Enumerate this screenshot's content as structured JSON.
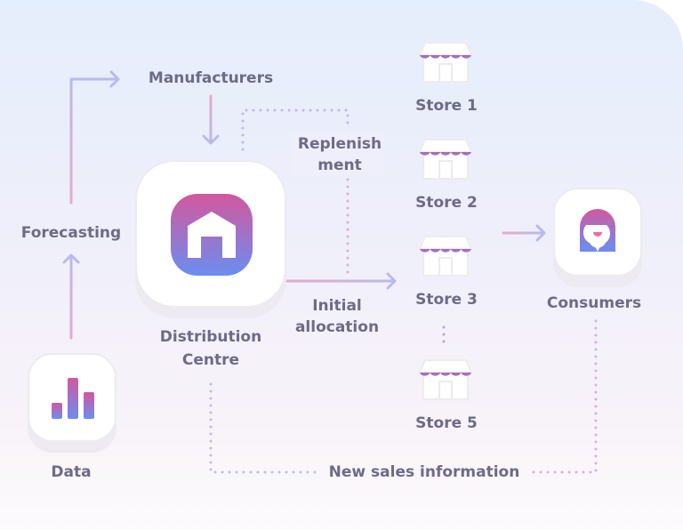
{
  "nodes": {
    "manufacturers": "Manufacturers",
    "forecasting": "Forecasting",
    "data": "Data",
    "distribution_centre": [
      "Distribution",
      "Centre"
    ],
    "stores": [
      "Store 1",
      "Store 2",
      "Store 3",
      "Store 5"
    ],
    "consumers": "Consumers"
  },
  "edges": {
    "replenishment": [
      "Replenish",
      "ment"
    ],
    "initial_allocation": [
      "Initial",
      "allocation"
    ],
    "new_sales_information": "New sales information"
  },
  "colors": {
    "pink": "#d4579e",
    "blue": "#6a8ef0",
    "text": "#6d6b86"
  }
}
